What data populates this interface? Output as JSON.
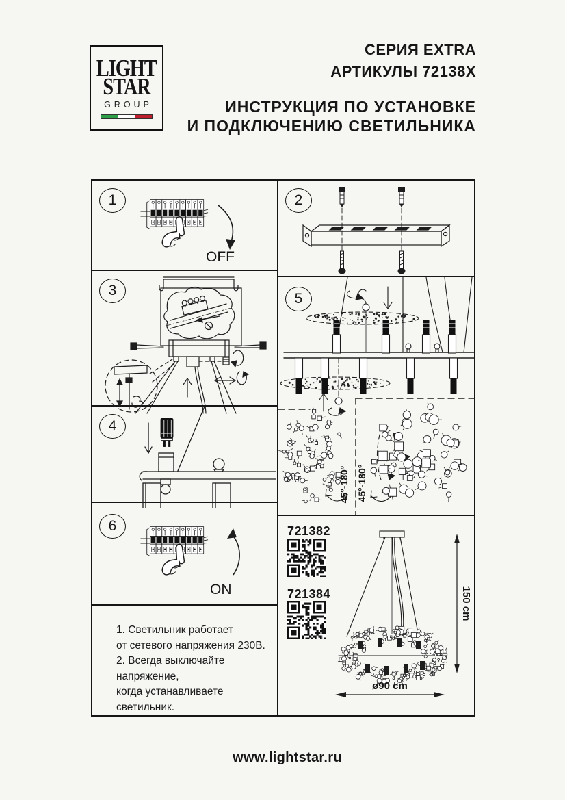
{
  "page": {
    "footer_url": "www.lightstar.ru",
    "ink_color": "#161616",
    "background_color": "#f6f6f3"
  },
  "logo": {
    "line1": "LIGHT",
    "line2": "STAR",
    "line3": "GROUP",
    "flag_green": "#2f9e49",
    "flag_white": "#ffffff",
    "flag_red": "#bf1f2c"
  },
  "header": {
    "series": "СЕРИЯ EXTRA",
    "articles": "АРТИКУЛЫ 72138X",
    "title_line1": "ИНСТРУКЦИЯ ПО УСТАНОВКЕ",
    "title_line2": "И ПОДКЛЮЧЕНИЮ СВЕТИЛЬНИКА"
  },
  "steps": [
    {
      "number": "1",
      "label": "OFF"
    },
    {
      "number": "2"
    },
    {
      "number": "3"
    },
    {
      "number": "4"
    },
    {
      "number": "5",
      "rotation_left": "45°-180°",
      "rotation_right": "45°-180°"
    },
    {
      "number": "6",
      "label": "ON"
    }
  ],
  "notes": {
    "line1": "1. Светильник работает",
    "line2": "от сетевого напряжения 230В.",
    "line3": "2. Всегда выключайте напряжение,",
    "line4": "когда устанавливаете светильник."
  },
  "products": [
    {
      "article": "721382"
    },
    {
      "article": "721384"
    }
  ],
  "dimensions": {
    "height": "150 cm",
    "diameter": "ø90 cm"
  }
}
